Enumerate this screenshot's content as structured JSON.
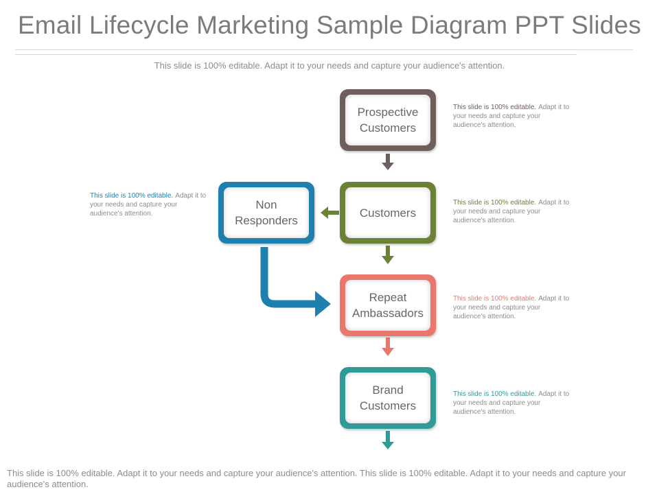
{
  "title": "Email Lifecycle Marketing Sample Diagram PPT Slides",
  "subtitle": "This slide is 100% editable. Adapt it to your needs and capture your audience's attention.",
  "nodes": {
    "prospective": {
      "label": "Prospective Customers",
      "color": "#6e5f5c"
    },
    "customers": {
      "label": "Customers",
      "color": "#6b8236"
    },
    "non_responders": {
      "label": "Non Responders",
      "color": "#1f7fae"
    },
    "repeat": {
      "label": "Repeat Ambassadors",
      "color": "#e9776c"
    },
    "brand": {
      "label": "Brand Customers",
      "color": "#2f9a96"
    }
  },
  "notes": {
    "prospective": {
      "lead": "This slide is 100% editable.",
      "rest": "Adapt it to your needs and capture your audience's attention.",
      "color": "#6e5f5c"
    },
    "customers": {
      "lead": "This slide is 100% editable.",
      "rest": "Adapt it to your needs and capture your audience's attention.",
      "color": "#6b8236"
    },
    "non_responders": {
      "lead": "This slide is 100% editable.",
      "rest": "Adapt it to your needs and capture your audience's attention.",
      "color": "#1f7fae"
    },
    "repeat": {
      "lead": "This slide is 100% editable.",
      "rest": "Adapt it to your needs and capture your audience's attention.",
      "color": "#e9776c"
    },
    "brand": {
      "lead": "This slide is 100% editable.",
      "rest": "Adapt it to your needs and capture your audience's attention.",
      "color": "#2f9a96"
    }
  },
  "footer": "This slide is 100% editable. Adapt it to your needs and capture your audience's attention. This slide is 100% editable. Adapt it to your needs and capture your audience's attention."
}
